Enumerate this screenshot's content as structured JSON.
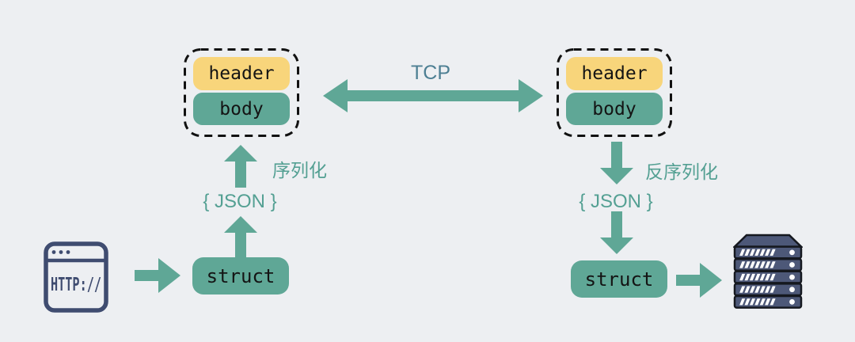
{
  "colors": {
    "background": "#edeff2",
    "teal": "#5fa796",
    "yellow": "#f8d57b",
    "navy": "#3f4c70",
    "server_fill": "#4d5878",
    "label_teal": "#54a093",
    "tcp_blue": "#4d7f93",
    "box_text": "#141414",
    "dash_border": "#111111"
  },
  "client": {
    "icon": "browser-window-icon",
    "label": "HTTP://"
  },
  "left_flow": {
    "struct_label": "struct",
    "json_label": "{ JSON }",
    "serialize_label": "序列化"
  },
  "packet_left": {
    "header_label": "header",
    "body_label": "body"
  },
  "tcp": {
    "label": "TCP"
  },
  "packet_right": {
    "header_label": "header",
    "body_label": "body"
  },
  "right_flow": {
    "json_label": "{ JSON }",
    "deserialize_label": "反序列化",
    "struct_label": "struct"
  },
  "server": {
    "icon": "server-rack-icon"
  }
}
